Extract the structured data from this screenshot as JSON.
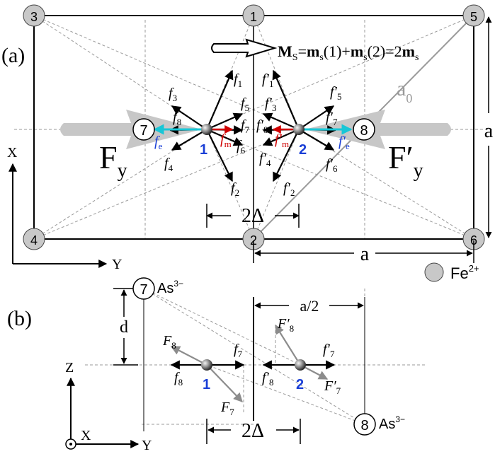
{
  "panel_a": {
    "label": "(a)",
    "nodes": [
      "1",
      "2",
      "3",
      "4",
      "5",
      "6",
      "7",
      "8"
    ],
    "fe_sites": [
      "1",
      "2"
    ],
    "moment": {
      "M": "M",
      "Ssub": "S",
      "eq": "=",
      "m1": "m",
      "s1": "s",
      "arg1": "(1)+",
      "m2": "m",
      "s2": "s",
      "arg2": "(2)=2",
      "m3": "m",
      "s3": "s"
    },
    "forces_left": {
      "f1": "f",
      "f1s": "1",
      "f2": "f",
      "f2s": "2",
      "f3": "f",
      "f3s": "3",
      "f4": "f",
      "f4s": "4",
      "f5": "f",
      "f5s": "5",
      "f6": "f",
      "f6s": "6",
      "f7": "f",
      "f7s": "7",
      "f8": "f",
      "f8s": "8",
      "fm": "f",
      "fms": "m",
      "fe": "f",
      "fes": "e"
    },
    "forces_right": {
      "f1": "f′",
      "f1s": "1",
      "f2": "f′",
      "f2s": "2",
      "f3": "f′",
      "f3s": "3",
      "f4": "f′",
      "f4s": "4",
      "f5": "f′",
      "f5s": "5",
      "f6": "f′",
      "f6s": "6",
      "f7": "f′",
      "f7s": "7",
      "f8": "f′",
      "f8s": "8",
      "fm": "f′",
      "fms": "m",
      "fe": "f′",
      "fes": "e"
    },
    "Fy": "F",
    "Fys": "y",
    "Fyp": "F′",
    "Fyps": "y",
    "a0": "a",
    "a0s": "0",
    "side_a": "a",
    "bottom_a": "a",
    "delta": "2Δ",
    "axis_x": "X",
    "axis_y": "Y",
    "legend_fe": "Fe",
    "legend_fe_sup": "2+"
  },
  "panel_b": {
    "label": "(b)",
    "as_top": "As",
    "as_top_sup": "3−",
    "as_top_num": "7",
    "as_bot": "As",
    "as_bot_sup": "3−",
    "as_bot_num": "8",
    "d": "d",
    "half_a": "a/2",
    "F8": "F",
    "F8s": "8",
    "F7": "F",
    "F7s": "7",
    "f7": "f",
    "f7s": "7",
    "f8": "f",
    "f8s": "8",
    "F8p": "F′",
    "F8ps": "8",
    "F7p": "F′",
    "F7ps": "7",
    "f7p": "f′",
    "f7ps": "7",
    "f8p": "f′",
    "f8ps": "8",
    "fe1": "1",
    "fe2": "2",
    "delta": "2Δ",
    "axis_z": "Z",
    "axis_x": "X",
    "axis_y": "Y"
  },
  "colors": {
    "fe_label": "#1a3fd6",
    "fm": "#d00000",
    "fe_arrow": "#18c6d6",
    "grey_arrow": "#c7c7c7",
    "force_grey": "#8c8c8c"
  }
}
